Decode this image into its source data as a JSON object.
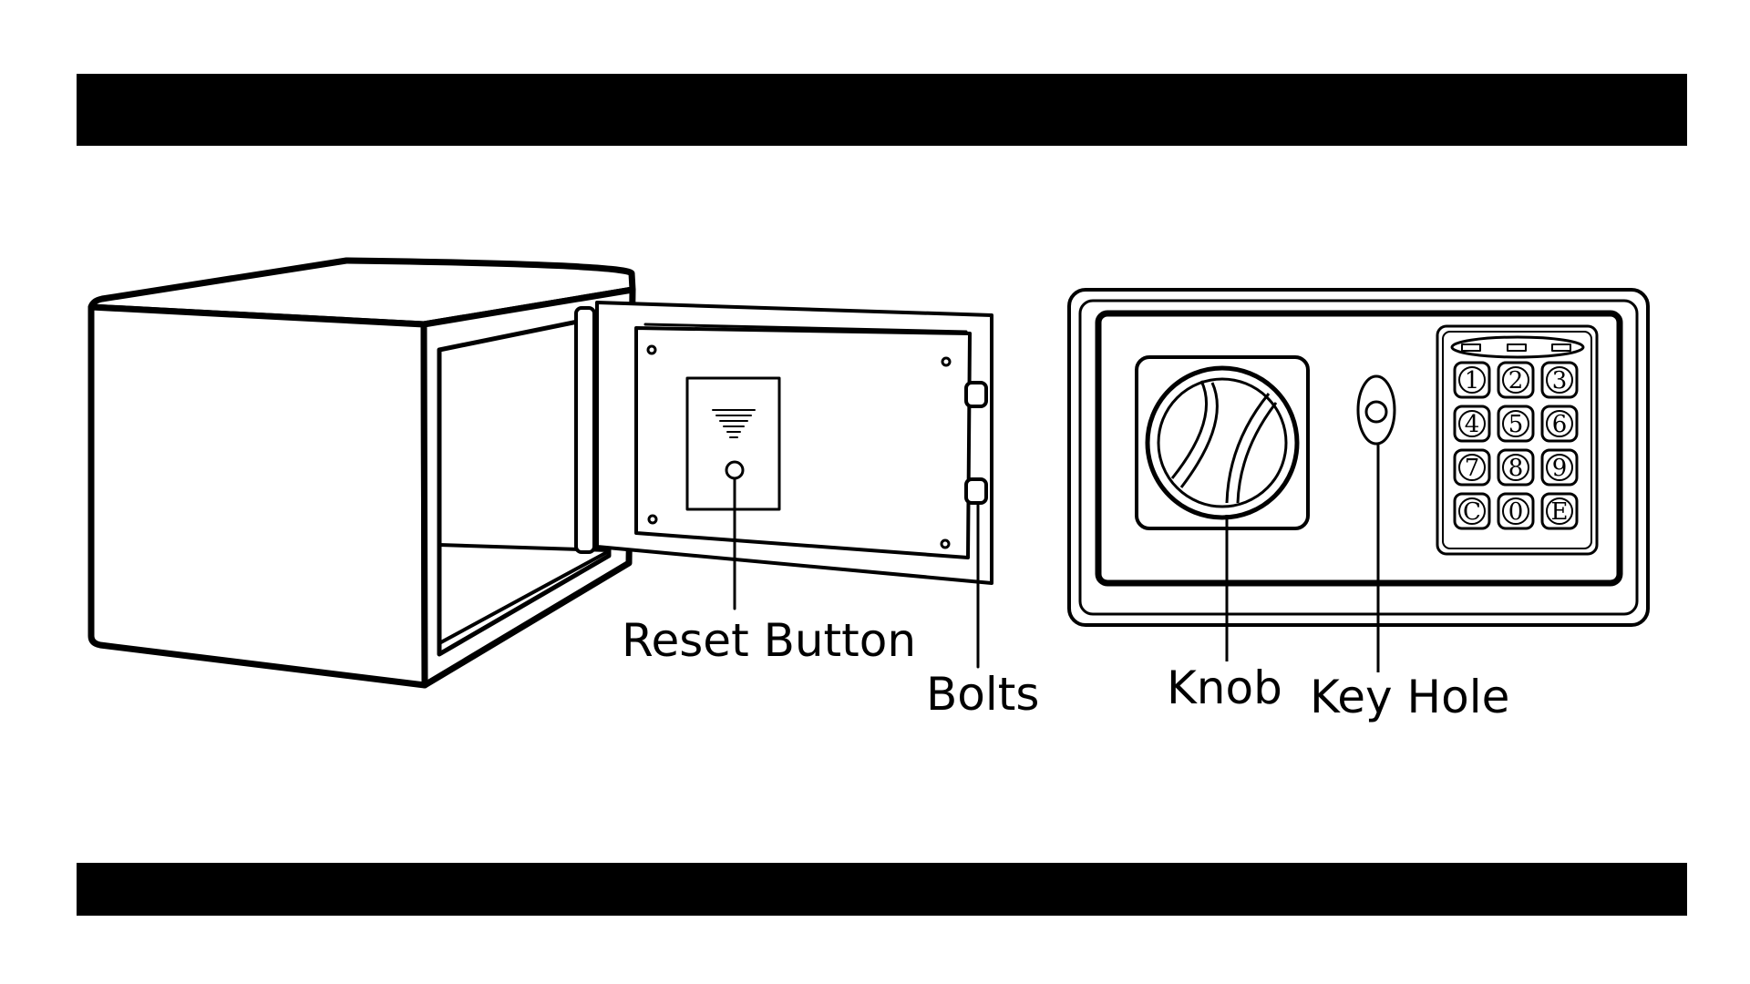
{
  "colors": {
    "ink": "#000000",
    "background": "#ffffff",
    "band": "#000000"
  },
  "labels": {
    "reset_button": "Reset Button",
    "bolts": "Bolts",
    "knob": "Knob",
    "key_hole": "Key Hole"
  },
  "keypad": {
    "keys": [
      "1",
      "2",
      "3",
      "4",
      "5",
      "6",
      "7",
      "8",
      "9",
      "C",
      "0",
      "E"
    ]
  }
}
